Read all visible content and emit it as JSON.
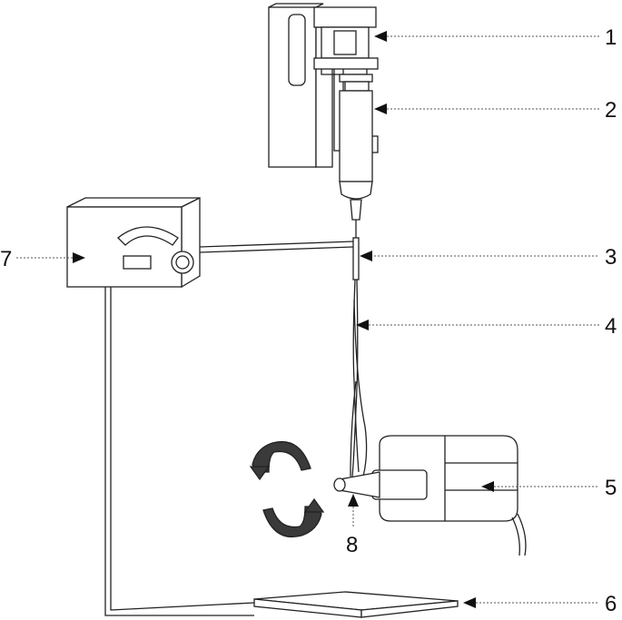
{
  "labels": {
    "l1": "1",
    "l2": "2",
    "l3": "3",
    "l4": "4",
    "l5": "5",
    "l6": "6",
    "l7": "7",
    "l8": "8"
  },
  "colors": {
    "ink": "#222222",
    "leader": "#555555",
    "background": "#ffffff"
  },
  "icons": {
    "rotation": "rotation-arrows-icon",
    "arrowhead": "triangle-arrowhead"
  }
}
